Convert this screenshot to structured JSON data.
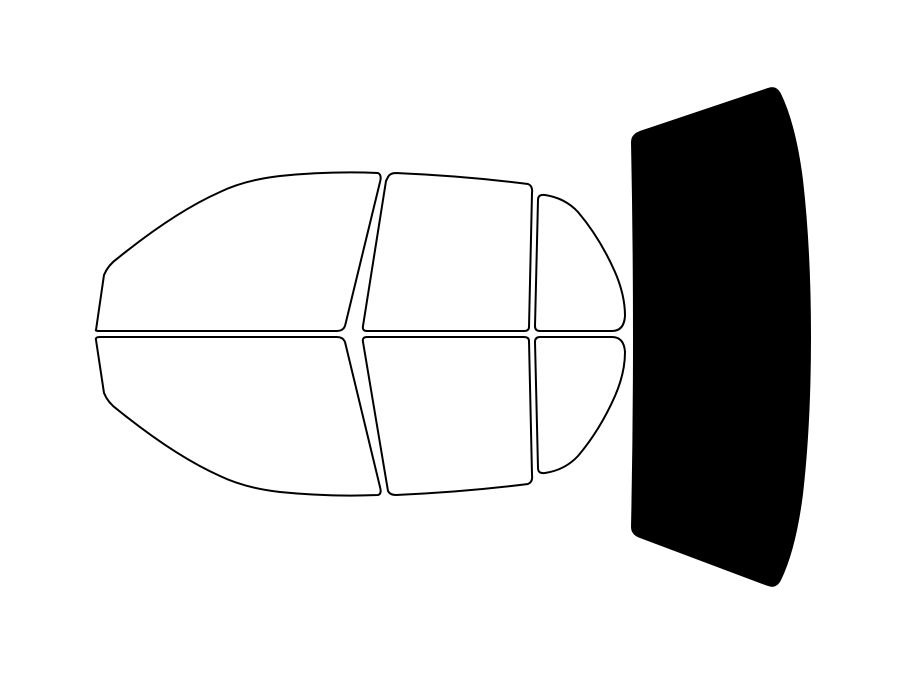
{
  "diagram": {
    "colors": {
      "background": "#ffffff",
      "outline": "#000000",
      "selected_fill": "#000000",
      "unselected_fill": "#ffffff"
    },
    "windows": [
      {
        "id": "front-left-door",
        "selected": false
      },
      {
        "id": "rear-left-door",
        "selected": false
      },
      {
        "id": "left-quarter",
        "selected": false
      },
      {
        "id": "front-right-door",
        "selected": false
      },
      {
        "id": "rear-right-door",
        "selected": false
      },
      {
        "id": "right-quarter",
        "selected": false
      },
      {
        "id": "rear-windshield",
        "selected": true
      }
    ]
  }
}
